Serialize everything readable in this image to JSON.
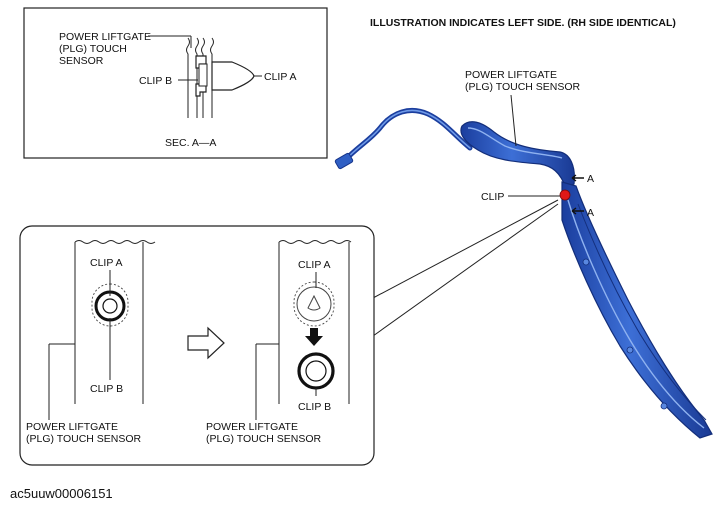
{
  "header": {
    "note": "ILLUSTRATION INDICATES LEFT SIDE. (RH SIDE IDENTICAL)"
  },
  "section_view": {
    "sensor_label_line1": "POWER LIFTGATE",
    "sensor_label_line2": "(PLG) TOUCH",
    "sensor_label_line3": "SENSOR",
    "clip_a": "CLIP A",
    "clip_b": "CLIP B",
    "caption": "SEC. A—A"
  },
  "main_view": {
    "sensor_label_line1": "POWER LIFTGATE",
    "sensor_label_line2": "(PLG) TOUCH SENSOR",
    "clip": "CLIP",
    "section_marker_top": "A",
    "section_marker_bottom": "A"
  },
  "detail_before": {
    "clip_a": "CLIP A",
    "clip_b": "CLIP B",
    "sensor_label_line1": "POWER LIFTGATE",
    "sensor_label_line2": "(PLG) TOUCH SENSOR"
  },
  "detail_after": {
    "clip_a": "CLIP A",
    "clip_b": "CLIP B",
    "sensor_label_line1": "POWER LIFTGATE",
    "sensor_label_line2": "(PLG) TOUCH SENSOR"
  },
  "footer": {
    "figure_code": "ac5uuw00006151"
  },
  "colors": {
    "panel_blue": "#2f5fc4",
    "panel_dark": "#16348a",
    "panel_light": "#6f9ae8",
    "clip_red": "#e01818",
    "line": "#222222"
  }
}
